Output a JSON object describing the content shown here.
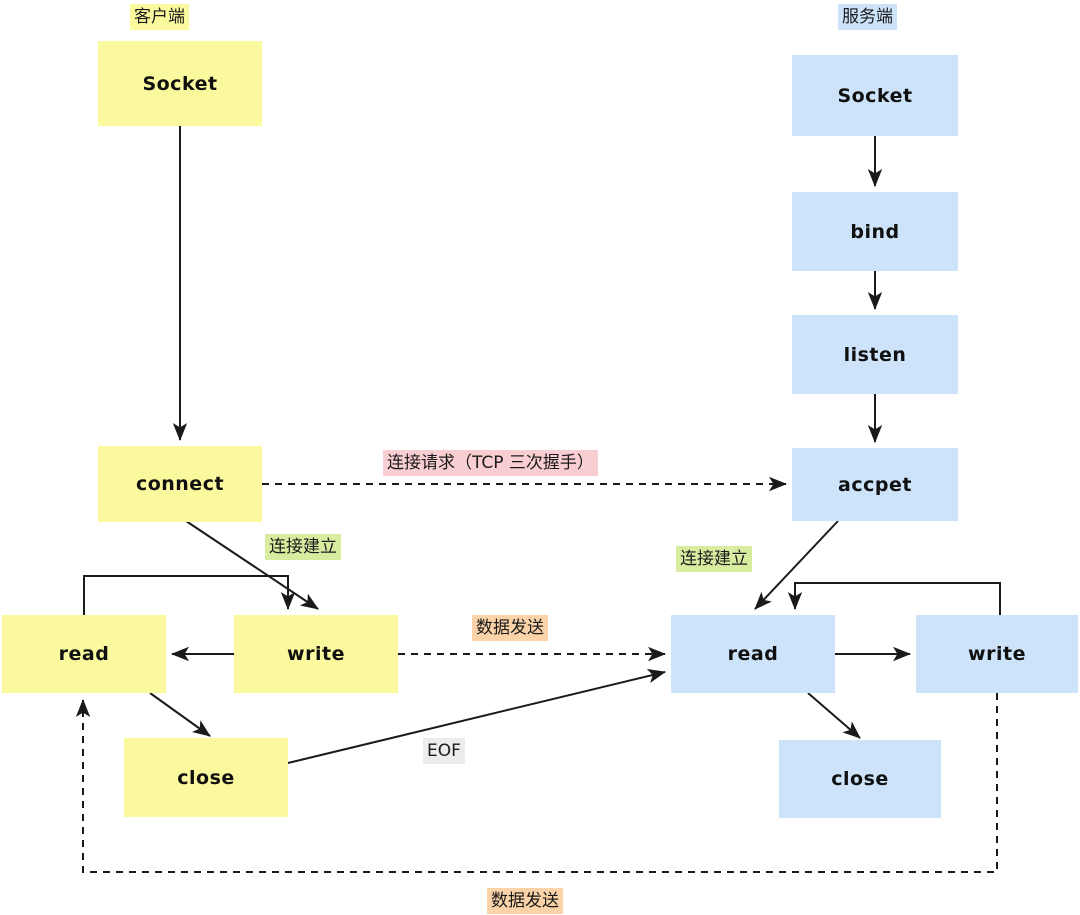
{
  "diagram": {
    "title_client": "客户端",
    "title_server": "服务端",
    "client_nodes": [
      {
        "id": "client-socket",
        "label": "Socket"
      },
      {
        "id": "client-connect",
        "label": "connect"
      },
      {
        "id": "client-read",
        "label": "read"
      },
      {
        "id": "client-write",
        "label": "write"
      },
      {
        "id": "client-close",
        "label": "close"
      }
    ],
    "server_nodes": [
      {
        "id": "server-socket",
        "label": "Socket"
      },
      {
        "id": "server-bind",
        "label": "bind"
      },
      {
        "id": "server-listen",
        "label": "listen"
      },
      {
        "id": "server-accept",
        "label": "accpet"
      },
      {
        "id": "server-read",
        "label": "read"
      },
      {
        "id": "server-write",
        "label": "write"
      },
      {
        "id": "server-close",
        "label": "close"
      }
    ],
    "edge_labels": {
      "handshake": "连接请求（TCP 三次握手）",
      "established_client": "连接建立",
      "established_server": "连接建立",
      "data_send_top": "数据发送",
      "eof": "EOF",
      "data_send_bottom": "数据发送"
    },
    "colors": {
      "client_fill": "#FBF99E",
      "server_fill": "#CCE3FA",
      "highlight_pink": "#F9CED2",
      "highlight_green": "#D8ECA0",
      "highlight_orange": "#FAD3A8",
      "highlight_gray": "#ECECEC",
      "stroke": "#1a1a1a"
    }
  }
}
